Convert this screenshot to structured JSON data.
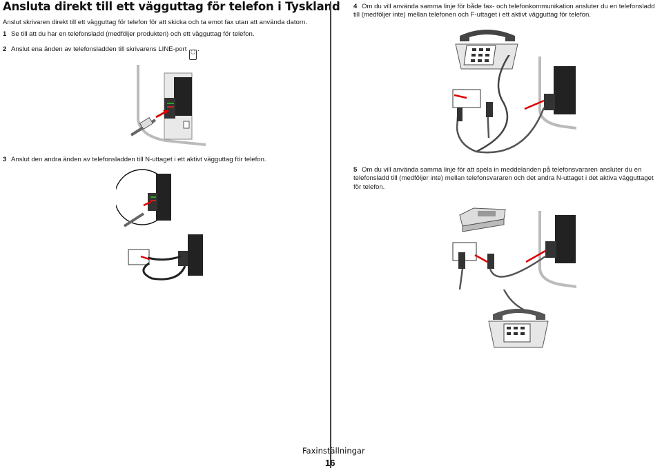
{
  "title": "Ansluta direkt till ett vägguttag för telefon i Tyskland",
  "intro": "Anslut skrivaren direkt till ett vägguttag för telefon för att skicka och ta emot fax utan att använda datorn.",
  "steps": [
    {
      "num": "1",
      "text": "Se till att du har en telefonsladd (medföljer produkten) och ett vägguttag för telefon."
    },
    {
      "num": "2",
      "text": "Anslut ena änden av telefonsladden till skrivarens LINE-port",
      "suffix": "."
    },
    {
      "num": "3",
      "text": "Anslut den andra änden av telefonsladden till N-uttaget i ett aktivt vägguttag för telefon."
    },
    {
      "num": "4",
      "text": "Om du vill använda samma linje för både fax- och telefonkommunikation ansluter du en telefonsladd till (medföljer inte) mellan telefonen och F-uttaget i ett aktivt vägguttag för telefon."
    },
    {
      "num": "5",
      "text": "Om du vill använda samma linje för att spela in meddelanden på telefonsvararen ansluter du en telefonsladd till (medföljer inte) mellan telefonsvararen och det andra N-uttaget i det aktiva vägguttaget för telefon."
    }
  ],
  "footer": {
    "section": "Faxinställningar",
    "page": "16"
  },
  "icons": {
    "line_port": "line-port-icon"
  }
}
